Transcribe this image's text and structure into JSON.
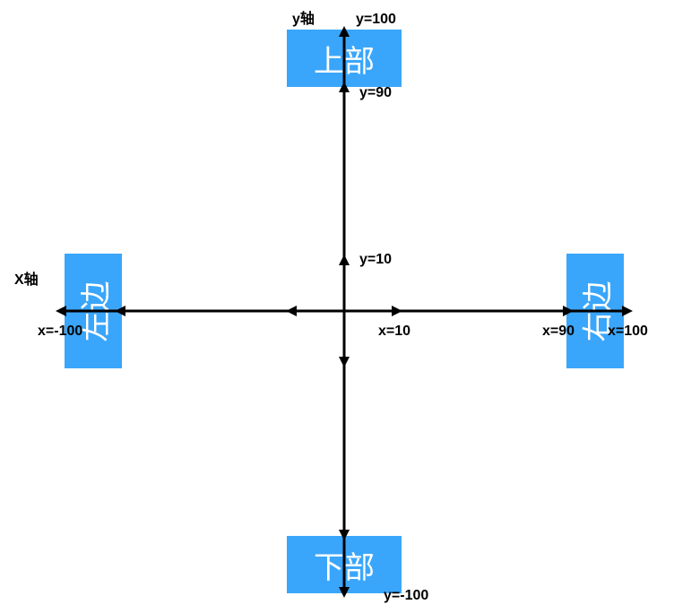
{
  "colors": {
    "box": "#3aa6fb",
    "text_on_box": "#ffffff",
    "axis": "#000000"
  },
  "boxes": {
    "top": "上部",
    "bottom": "下部",
    "left": "左边",
    "right": "右边"
  },
  "axis_titles": {
    "y": "y轴",
    "x": "X轴"
  },
  "labels": {
    "y_100": "y=100",
    "y_90": "y=90",
    "y_10": "y=10",
    "y_neg100": "y=-100",
    "x_neg100": "x=-100",
    "x_10": "x=10",
    "x_90": "x=90",
    "x_100": "x=100"
  }
}
